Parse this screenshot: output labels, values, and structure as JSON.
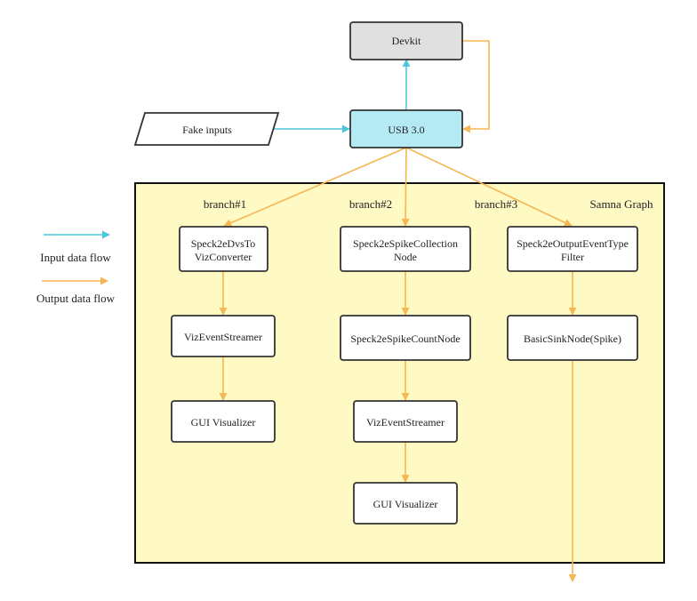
{
  "colors": {
    "input_flow": "#4dc6dc",
    "output_flow": "#f6b654",
    "graph_fill": "#fff9c4",
    "devkit_fill": "#e0e0e0",
    "usb_fill": "#b3eaf3",
    "node_fill": "#ffffff",
    "border": "#222222"
  },
  "nodes": {
    "devkit": "Devkit",
    "usb": "USB 3.0",
    "fake_inputs": "Fake inputs",
    "b1_converter": [
      "Speck2eDvsTo",
      "VizConverter"
    ],
    "b1_streamer": "VizEventStreamer",
    "b1_gui": "GUI Visualizer",
    "b2_collection": [
      "Speck2eSpikeCollection",
      "Node"
    ],
    "b2_count": "Speck2eSpikeCountNode",
    "b2_streamer": "VizEventStreamer",
    "b2_gui": "GUI Visualizer",
    "b3_filter": [
      "Speck2eOutputEventType",
      "Filter"
    ],
    "b3_sink": "BasicSinkNode(Spike)"
  },
  "labels": {
    "branch1": "branch#1",
    "branch2": "branch#2",
    "branch3": "branch#3",
    "graph": "Samna Graph"
  },
  "legend": {
    "input": "Input data flow",
    "output": "Output data flow"
  }
}
